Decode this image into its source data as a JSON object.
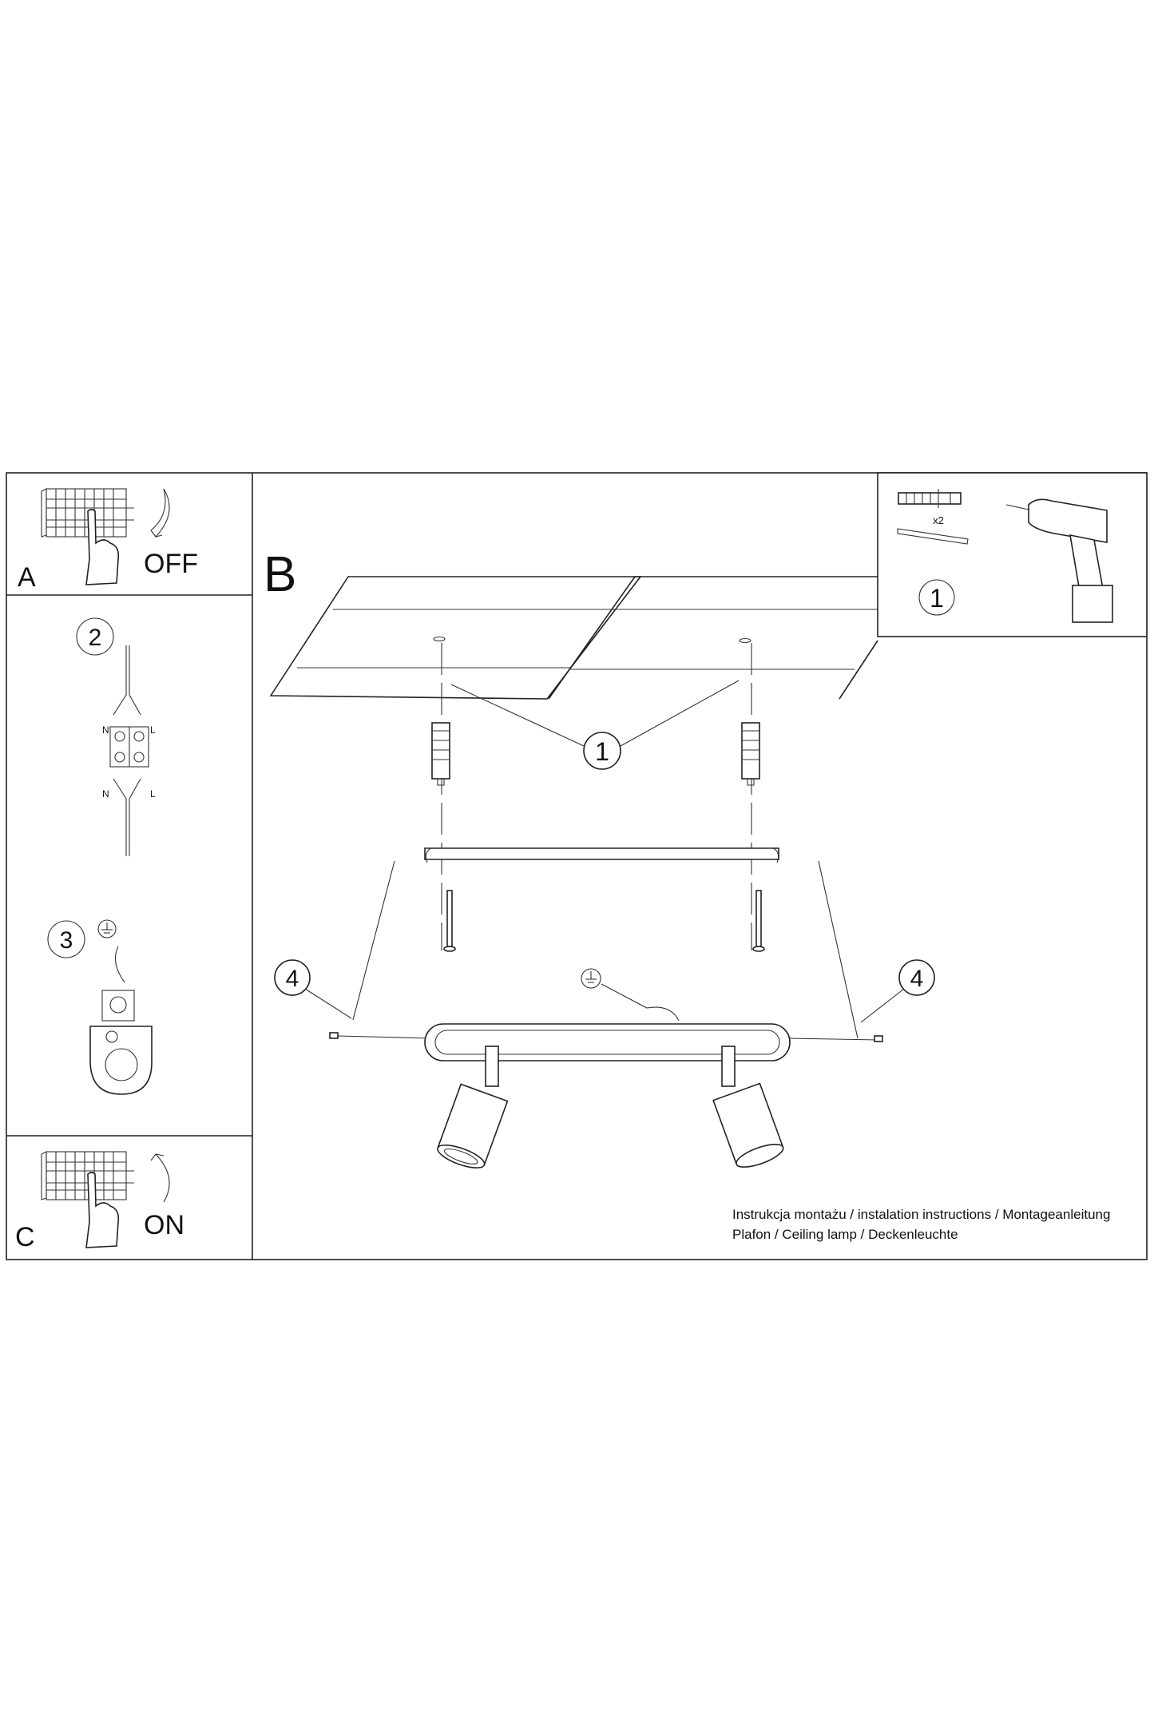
{
  "panels": {
    "a": {
      "label": "A",
      "state": "OFF"
    },
    "b": {
      "label": "B"
    },
    "c": {
      "label": "C",
      "state": "ON"
    }
  },
  "steps": {
    "one": "1",
    "two": "2",
    "three": "3",
    "four": "4"
  },
  "connector": {
    "neutral": "N",
    "live": "L"
  },
  "hardware": {
    "quantity": "x2"
  },
  "caption": {
    "line1": "Instrukcja montażu / instalation instructions / Montageanleitung",
    "line2": "Plafon / Ceiling lamp / Deckenleuchte"
  },
  "colors": {
    "ink": "#222222",
    "background": "#ffffff"
  }
}
